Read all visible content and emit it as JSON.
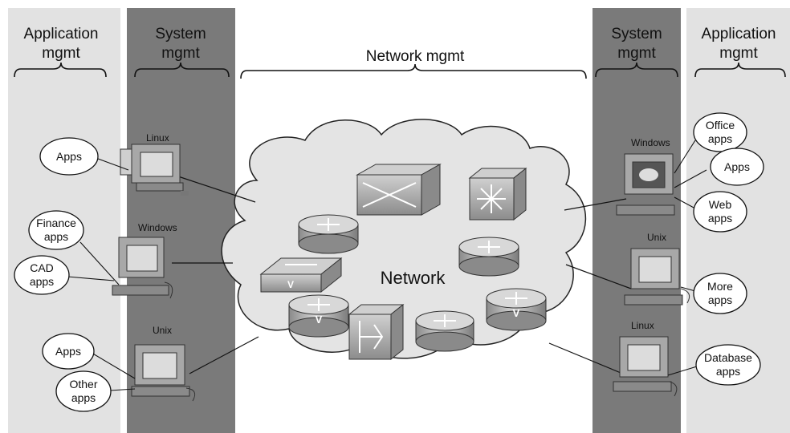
{
  "columns": {
    "left_app": [
      "Application",
      "mgmt"
    ],
    "left_sys": [
      "System",
      "mgmt"
    ],
    "network": "Network mgmt",
    "right_sys": [
      "System",
      "mgmt"
    ],
    "right_app": [
      "Application",
      "mgmt"
    ]
  },
  "cloud_label": "Network",
  "hosts": {
    "left_linux": "Linux",
    "left_windows": "Windows",
    "left_unix": "Unix",
    "right_windows": "Windows",
    "right_unix": "Unix",
    "right_linux": "Linux"
  },
  "bubbles": {
    "l_apps1": [
      "Apps"
    ],
    "l_finance": [
      "Finance",
      "apps"
    ],
    "l_cad": [
      "CAD",
      "apps"
    ],
    "l_apps2": [
      "Apps"
    ],
    "l_other": [
      "Other",
      "apps"
    ],
    "r_office": [
      "Office",
      "apps"
    ],
    "r_apps": [
      "Apps"
    ],
    "r_web": [
      "Web",
      "apps"
    ],
    "r_more": [
      "More",
      "apps"
    ],
    "r_db": [
      "Database",
      "apps"
    ]
  },
  "device_marks": {
    "v": "V"
  },
  "colors": {
    "app_band": "#e2e2e2",
    "sys_band": "#7a7a7a",
    "cloud": "#e4e4e4",
    "device": "#a8a8a8"
  }
}
